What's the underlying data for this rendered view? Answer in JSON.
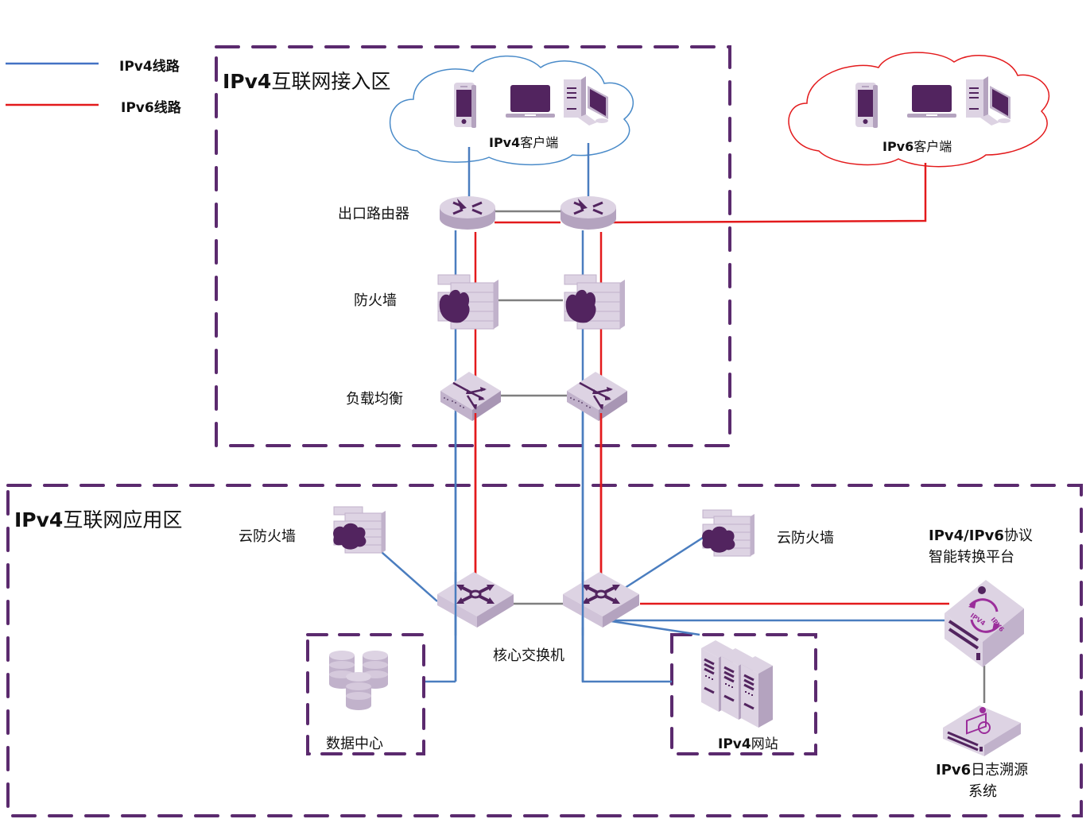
{
  "legend": {
    "items": [
      {
        "label": "IPv4线路",
        "color": "#4472c4"
      },
      {
        "label": "IPv6线路",
        "color": "#e31a1c"
      }
    ]
  },
  "colors": {
    "ipv4": "#4a7dbf",
    "ipv6": "#e31a1c",
    "interconnect": "#7f7f7f",
    "zone_border": "#5b2a6e",
    "device_light": "#ddd3e3",
    "device_mid": "#c1b2cb",
    "device_dark": "#a896b4",
    "device_accent": "#52245f"
  },
  "zones": {
    "access": {
      "title_prefix": "IPv4",
      "title_suffix": "互联网接入区"
    },
    "application": {
      "title_prefix": "IPv4",
      "title_suffix": "互联网应用区"
    },
    "datacenter": {
      "label": "数据中心"
    },
    "website": {
      "label_prefix": "IPv4",
      "label_suffix": "网站"
    }
  },
  "clouds": {
    "ipv4_clients": {
      "label_prefix": "IPv4",
      "label_suffix": "客户端"
    },
    "ipv6_clients": {
      "label_prefix": "IPv6",
      "label_suffix": "客户端"
    }
  },
  "tiers": {
    "egress_router": "出口路由器",
    "firewall": "防火墙",
    "load_balancer": "负载均衡",
    "core_switch": "核心交换机",
    "cloud_firewall_left": "云防火墙",
    "cloud_firewall_right": "云防火墙"
  },
  "platform": {
    "line1_prefix": "IPv4/IPv6",
    "line1_suffix": "协议",
    "line2": "智能转换平台",
    "badge_a": "IPV4",
    "badge_b": "IPV6"
  },
  "log_system": {
    "line1_prefix": "IPv6",
    "line1_suffix": "日志溯源",
    "line2": "系统"
  }
}
